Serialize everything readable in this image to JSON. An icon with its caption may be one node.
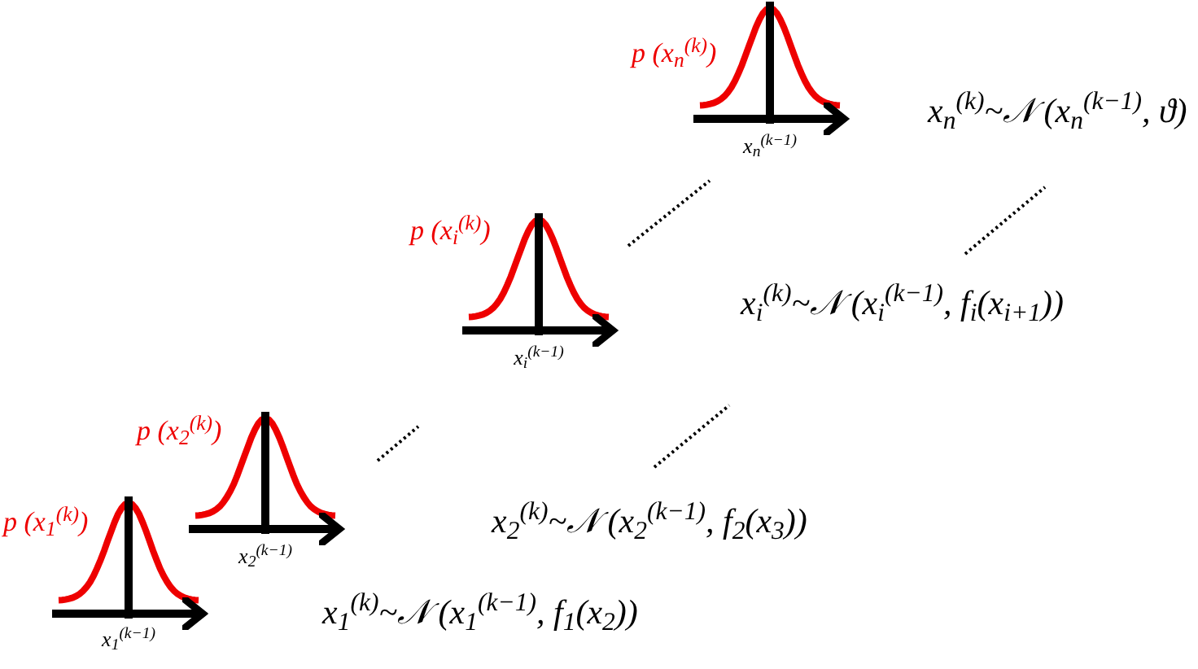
{
  "diagram": {
    "labels": [
      "p (x$_{n}$$^{(k)}$)",
      "x$_{n}$$^{(k−1)}$",
      "x$_{n}$$^{(k)}$~𝒩 (x$_{n}$$^{(k−1)}$, ϑ)",
      "p (x$_{i}$$^{(k)}$)",
      "x$_{i}$$^{(k−1)}$",
      "x$_{i}$$^{(k)}$~𝒩 (x$_{i}$$^{(k−1)}$, f$_{i}$(x$_{i+1}$))",
      "p (x$_{2}$$^{(k)}$)",
      "x$_{2}$$^{(k−1)}$",
      "x$_{2}$$^{(k)}$~𝒩 (x$_{2}$$^{(k−1)}$, f$_{2}$(x$_{3}$))",
      "p (x$_{1}$$^{(k)}$)",
      "x$_{1}$$^{(k−1)}$",
      "x$_{1}$$^{(k)}$~𝒩 (x$_{1}$$^{(k−1)}$, f$_{1}$(x$_{2}$))"
    ]
  }
}
